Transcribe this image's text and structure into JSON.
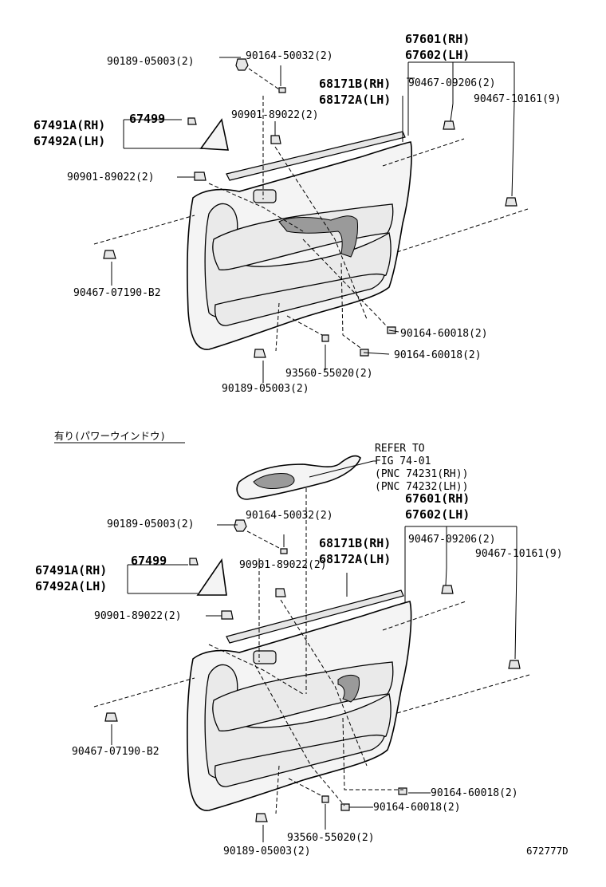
{
  "top": {
    "labels": {
      "p67601": "67601(RH)",
      "p67602": "67602(LH)",
      "p90189a": "90189-05003(2)",
      "p90164a": "90164-50032(2)",
      "p68171": "68171B(RH)",
      "p68172": "68172A(LH)",
      "p90467a": "90467-09206(2)",
      "p90467b": "90467-10161(9)",
      "p67491": "67491A(RH)",
      "p67492": "67492A(LH)",
      "p67499": "67499",
      "p90901a": "90901-89022(2)",
      "p90901b": "90901-89022(2)",
      "p90467c": "90467-07190-B2",
      "p90164b": "90164-60018(2)",
      "p90164c": "90164-60018(2)",
      "p93560": "93560-55020(2)",
      "p90189b": "90189-05003(2)"
    }
  },
  "section_note": "有り(パワーウインドウ)",
  "refer": {
    "line1": "REFER TO",
    "line2": "FIG 74-01",
    "line3": "(PNC 74231(RH))",
    "line4": "(PNC 74232(LH))"
  },
  "bottom": {
    "labels": {
      "p67601": "67601(RH)",
      "p67602": "67602(LH)",
      "p90189a": "90189-05003(2)",
      "p90164a": "90164-50032(2)",
      "p68171": "68171B(RH)",
      "p68172": "68172A(LH)",
      "p90467a": "90467-09206(2)",
      "p90467b": "90467-10161(9)",
      "p67491": "67491A(RH)",
      "p67492": "67492A(LH)",
      "p67499": "67499",
      "p90901a": "90901-89022(2)",
      "p90901b": "90901-89022(2)",
      "p90467c": "90467-07190-B2",
      "p90164b": "90164-60018(2)",
      "p90164c": "90164-60018(2)",
      "p93560": "93560-55020(2)",
      "p90189b": "90189-05003(2)"
    }
  },
  "figure_id": "672777D"
}
